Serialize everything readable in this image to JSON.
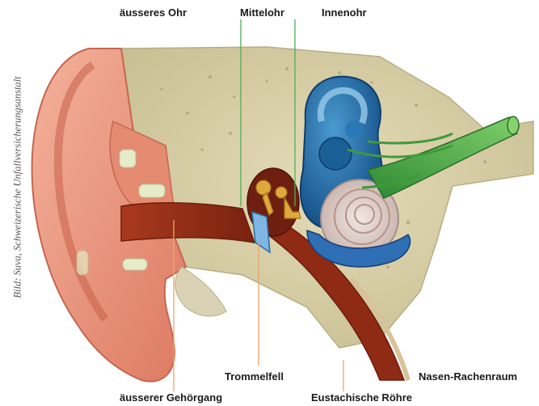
{
  "labels": {
    "outer_ear": "äusseres Ohr",
    "middle_ear": "Mittelohr",
    "inner_ear": "Innenohr",
    "eardrum": "Trommelfell",
    "nasopharynx": "Nasen-Rachenraum",
    "ear_canal": "äusserer Gehörgang",
    "eustachian_tube": "Eustachische Röhre"
  },
  "credit": "Bild: Suva, Schweizerische Unfallversicherungsanstalt",
  "colors": {
    "bone": "#d8cfa8",
    "skin": "#e9917a",
    "canal": "#8f2a14",
    "labyrinth": "#1f6fa8",
    "nerve": "#3f9b3a",
    "ossicles": "#d9a63a",
    "leader_green": "#4fae5a",
    "leader_orange": "#e8a56a"
  }
}
